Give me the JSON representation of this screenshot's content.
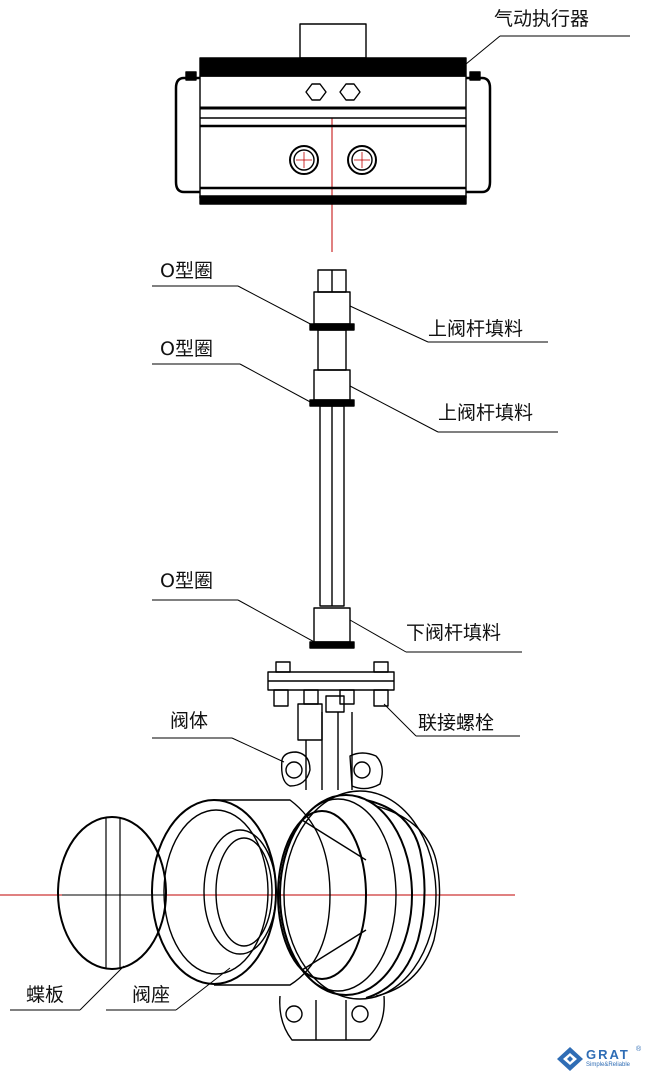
{
  "labels": {
    "actuator": "气动执行器",
    "oring_1": "O型圈",
    "oring_2": "O型圈",
    "oring_3": "O型圈",
    "upper_packing_1": "上阀杆填料",
    "upper_packing_2": "上阀杆填料",
    "lower_packing": "下阀杆填料",
    "bolts": "联接螺栓",
    "body": "阀体",
    "disc": "蝶板",
    "seat": "阀座"
  },
  "logo": {
    "brand": "GRAT",
    "registered": "®",
    "slogan": "Simple&Reliable",
    "brand_color": "#2f6db5",
    "slogan_color": "#2f6db5"
  },
  "colors": {
    "line": "#000000",
    "centerline": "#c00000"
  }
}
